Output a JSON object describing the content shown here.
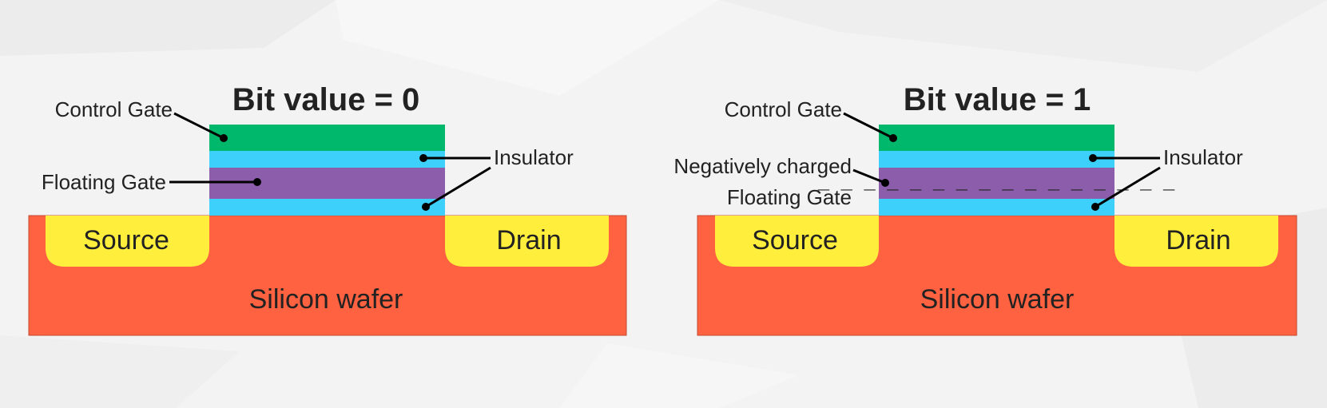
{
  "colors": {
    "silicon": "#ff6240",
    "doped_region": "#ffef3c",
    "control_gate": "#00b86b",
    "insulator": "#3dd0fb",
    "floating_gate": "#8c5daa",
    "background": "#f3f3f3"
  },
  "left": {
    "title": "Bit value = 0",
    "control_gate": "Control Gate",
    "floating_gate": "Floating Gate",
    "insulator": "Insulator",
    "source": "Source",
    "drain": "Drain",
    "silicon": "Silicon wafer"
  },
  "right": {
    "title": "Bit value = 1",
    "control_gate": "Control Gate",
    "floating_gate_line1": "Negatively charged",
    "floating_gate_line2": "Floating Gate",
    "insulator": "Insulator",
    "source": "Source",
    "drain": "Drain",
    "silicon": "Silicon wafer",
    "charge_symbols": "_ _ _ _ _ _ _ _ _ _ _ _ _ _ _ _"
  }
}
